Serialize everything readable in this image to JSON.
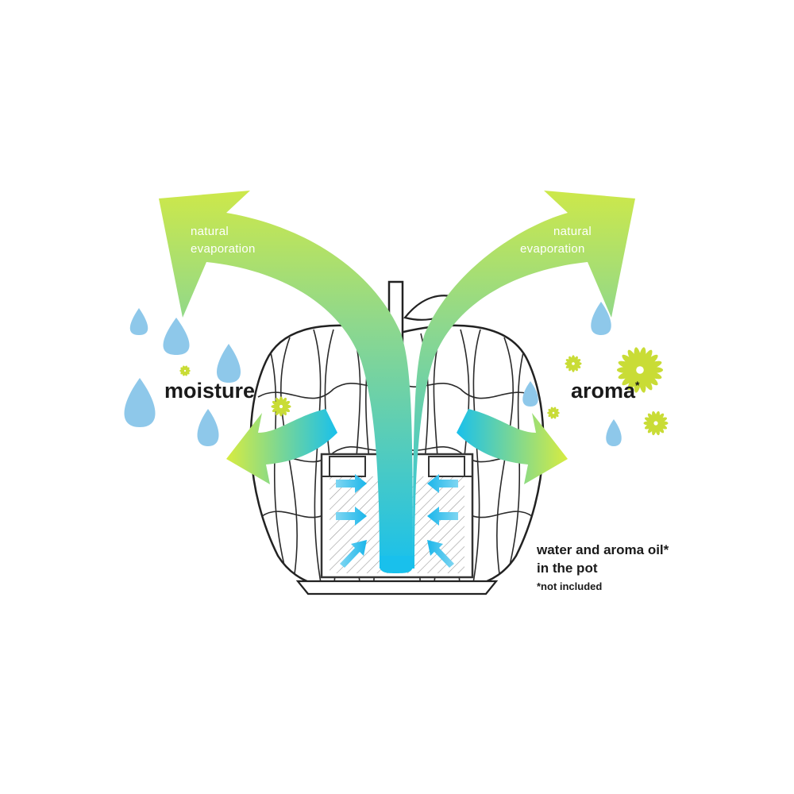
{
  "labels": {
    "evap_left_line1": "natural",
    "evap_left_line2": "evaporation",
    "evap_right_line1": "natural",
    "evap_right_line2": "evaporation",
    "moisture": "moisture",
    "aroma": "aroma",
    "aroma_mark": "*",
    "pot_line1": "water and aroma oil*",
    "pot_line2": "in the pot",
    "footnote": "*not included"
  },
  "colors": {
    "arrow_top": "#cde84a",
    "arrow_bottom": "#19c0ec",
    "drop": "#8ec8ea",
    "flower": "#c9dc36",
    "outline": "#222222",
    "hatch": "#9a9a9a"
  },
  "icons": [
    "water-drop-icon",
    "aroma-flower-icon",
    "apple-cage-icon"
  ]
}
